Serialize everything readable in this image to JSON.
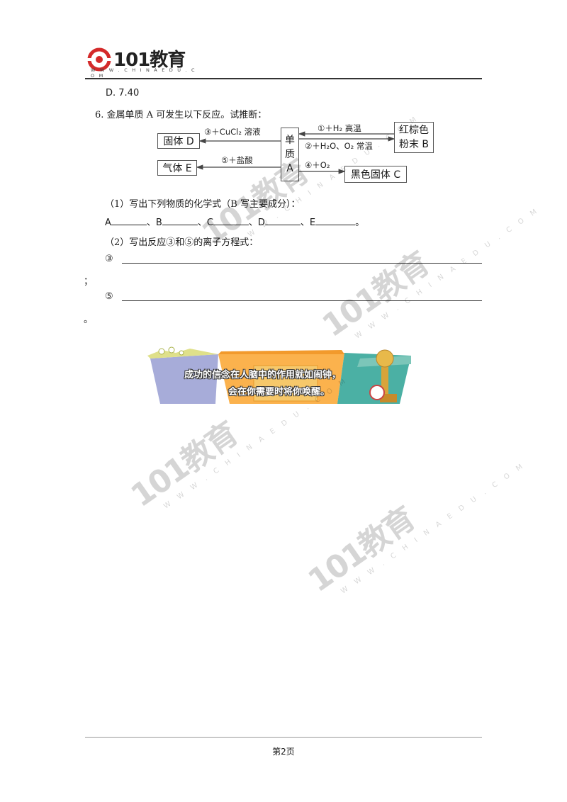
{
  "header": {
    "logo_text": "101教育",
    "logo_url": "W W W . C H I N A E D U . C O M"
  },
  "question5": {
    "option_d": "D. 7.40"
  },
  "question6": {
    "stem": "6.  金属单质 A 可发生以下反应。试推断：",
    "diagram": {
      "center": [
        "单",
        "质",
        "A"
      ],
      "box_solid_d": "固体 D",
      "box_gas_e": "气体 E",
      "box_red_brown": [
        "红棕色",
        "粉末 B"
      ],
      "box_black_c": "黑色固体 C",
      "reaction_1": "①＋H₂ 高温",
      "reaction_2": "②＋H₂O、O₂ 常温",
      "reaction_3": "③＋CuCl₂ 溶液",
      "reaction_4": "④＋O₂",
      "reaction_5": "⑤＋盐酸"
    },
    "part1": "（1）写出下列物质的化学式（B 写主要成分）：",
    "part1_labels": [
      "A",
      "、B",
      "、C",
      "、D",
      "、E",
      "。"
    ],
    "part2": "（2）写出反应③和⑤的离子方程式：",
    "eq3_marker": "③",
    "eq3_end": "；",
    "eq5_marker": "⑤",
    "eq5_end": "。"
  },
  "banner": {
    "line1": "成功的信念在人脑中的作用就如闹钟，",
    "line2": "会在你需要时将你唤醒。"
  },
  "watermark": {
    "text": "101教育",
    "url": "W W W . C H I N A E D U . C O M"
  },
  "footer": {
    "page": "第2页"
  }
}
